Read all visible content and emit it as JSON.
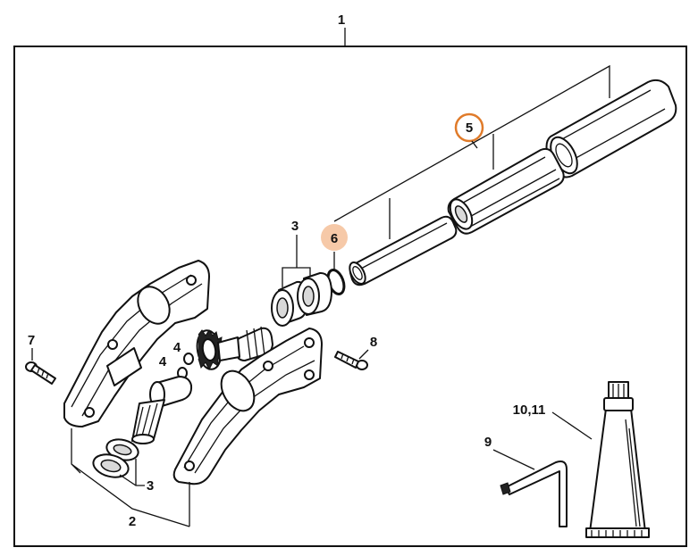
{
  "labels": {
    "assembly": "1",
    "gear_housing": "2",
    "ball_bearing": "3",
    "pin": "4",
    "tube": "5",
    "circlip": "6",
    "screw_left": "7",
    "screw_right": "8",
    "hex_key": "9",
    "grease_tube": "10,11"
  },
  "highlight_colors": {
    "selected_ring": "#e07b2a",
    "secondary_fill": "#f6c9a8"
  }
}
